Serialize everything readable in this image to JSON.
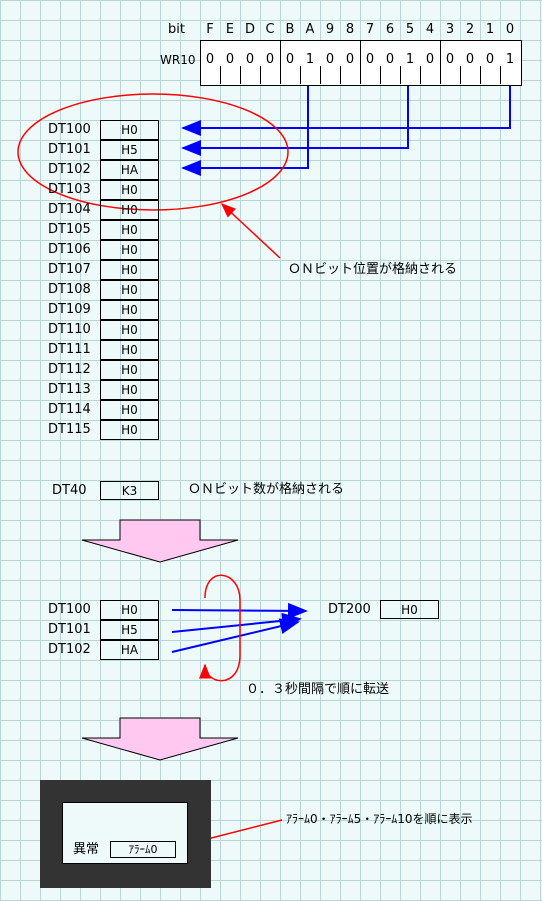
{
  "register": {
    "bit_caption": "bit",
    "bit_labels": [
      "F",
      "E",
      "D",
      "C",
      "B",
      "A",
      "9",
      "8",
      "7",
      "6",
      "5",
      "4",
      "3",
      "2",
      "1",
      "0"
    ],
    "name": "WR10",
    "values": [
      "0",
      "0",
      "0",
      "0",
      "0",
      "1",
      "0",
      "0",
      "0",
      "0",
      "1",
      "0",
      "0",
      "0",
      "0",
      "1"
    ]
  },
  "table": {
    "rows": [
      {
        "label": "DT100",
        "value": "H0"
      },
      {
        "label": "DT101",
        "value": "H5"
      },
      {
        "label": "DT102",
        "value": "HA"
      },
      {
        "label": "DT103",
        "value": "H0"
      },
      {
        "label": "DT104",
        "value": "H0"
      },
      {
        "label": "DT105",
        "value": "H0"
      },
      {
        "label": "DT106",
        "value": "H0"
      },
      {
        "label": "DT107",
        "value": "H0"
      },
      {
        "label": "DT108",
        "value": "H0"
      },
      {
        "label": "DT109",
        "value": "H0"
      },
      {
        "label": "DT110",
        "value": "H0"
      },
      {
        "label": "DT111",
        "value": "H0"
      },
      {
        "label": "DT112",
        "value": "H0"
      },
      {
        "label": "DT113",
        "value": "H0"
      },
      {
        "label": "DT114",
        "value": "H0"
      },
      {
        "label": "DT115",
        "value": "H0"
      }
    ],
    "annotation": "ＯＮビット位置が格納される"
  },
  "count": {
    "label": "DT40",
    "value": "K3",
    "annotation": "ＯＮビット数が格納される"
  },
  "transfer": {
    "rows": [
      {
        "label": "DT100",
        "value": "H0"
      },
      {
        "label": "DT101",
        "value": "H5"
      },
      {
        "label": "DT102",
        "value": "HA"
      }
    ],
    "dest_label": "DT200",
    "dest_value": "H0",
    "annotation": "０．３秒間隔で順に転送"
  },
  "display": {
    "label": "異常",
    "value": "ｱﾗｰﾑ0",
    "annotation": "ｱﾗｰﾑ0・ｱﾗｰﾑ5・ｱﾗｰﾑ10を順に表示"
  },
  "colors": {
    "arrow_blue": "#0000ff",
    "annotation_red": "#ff0000",
    "flow_arrow_fill": "#ffc8f0",
    "screen_frame": "#333333",
    "screen_inner": "#eefafa"
  }
}
